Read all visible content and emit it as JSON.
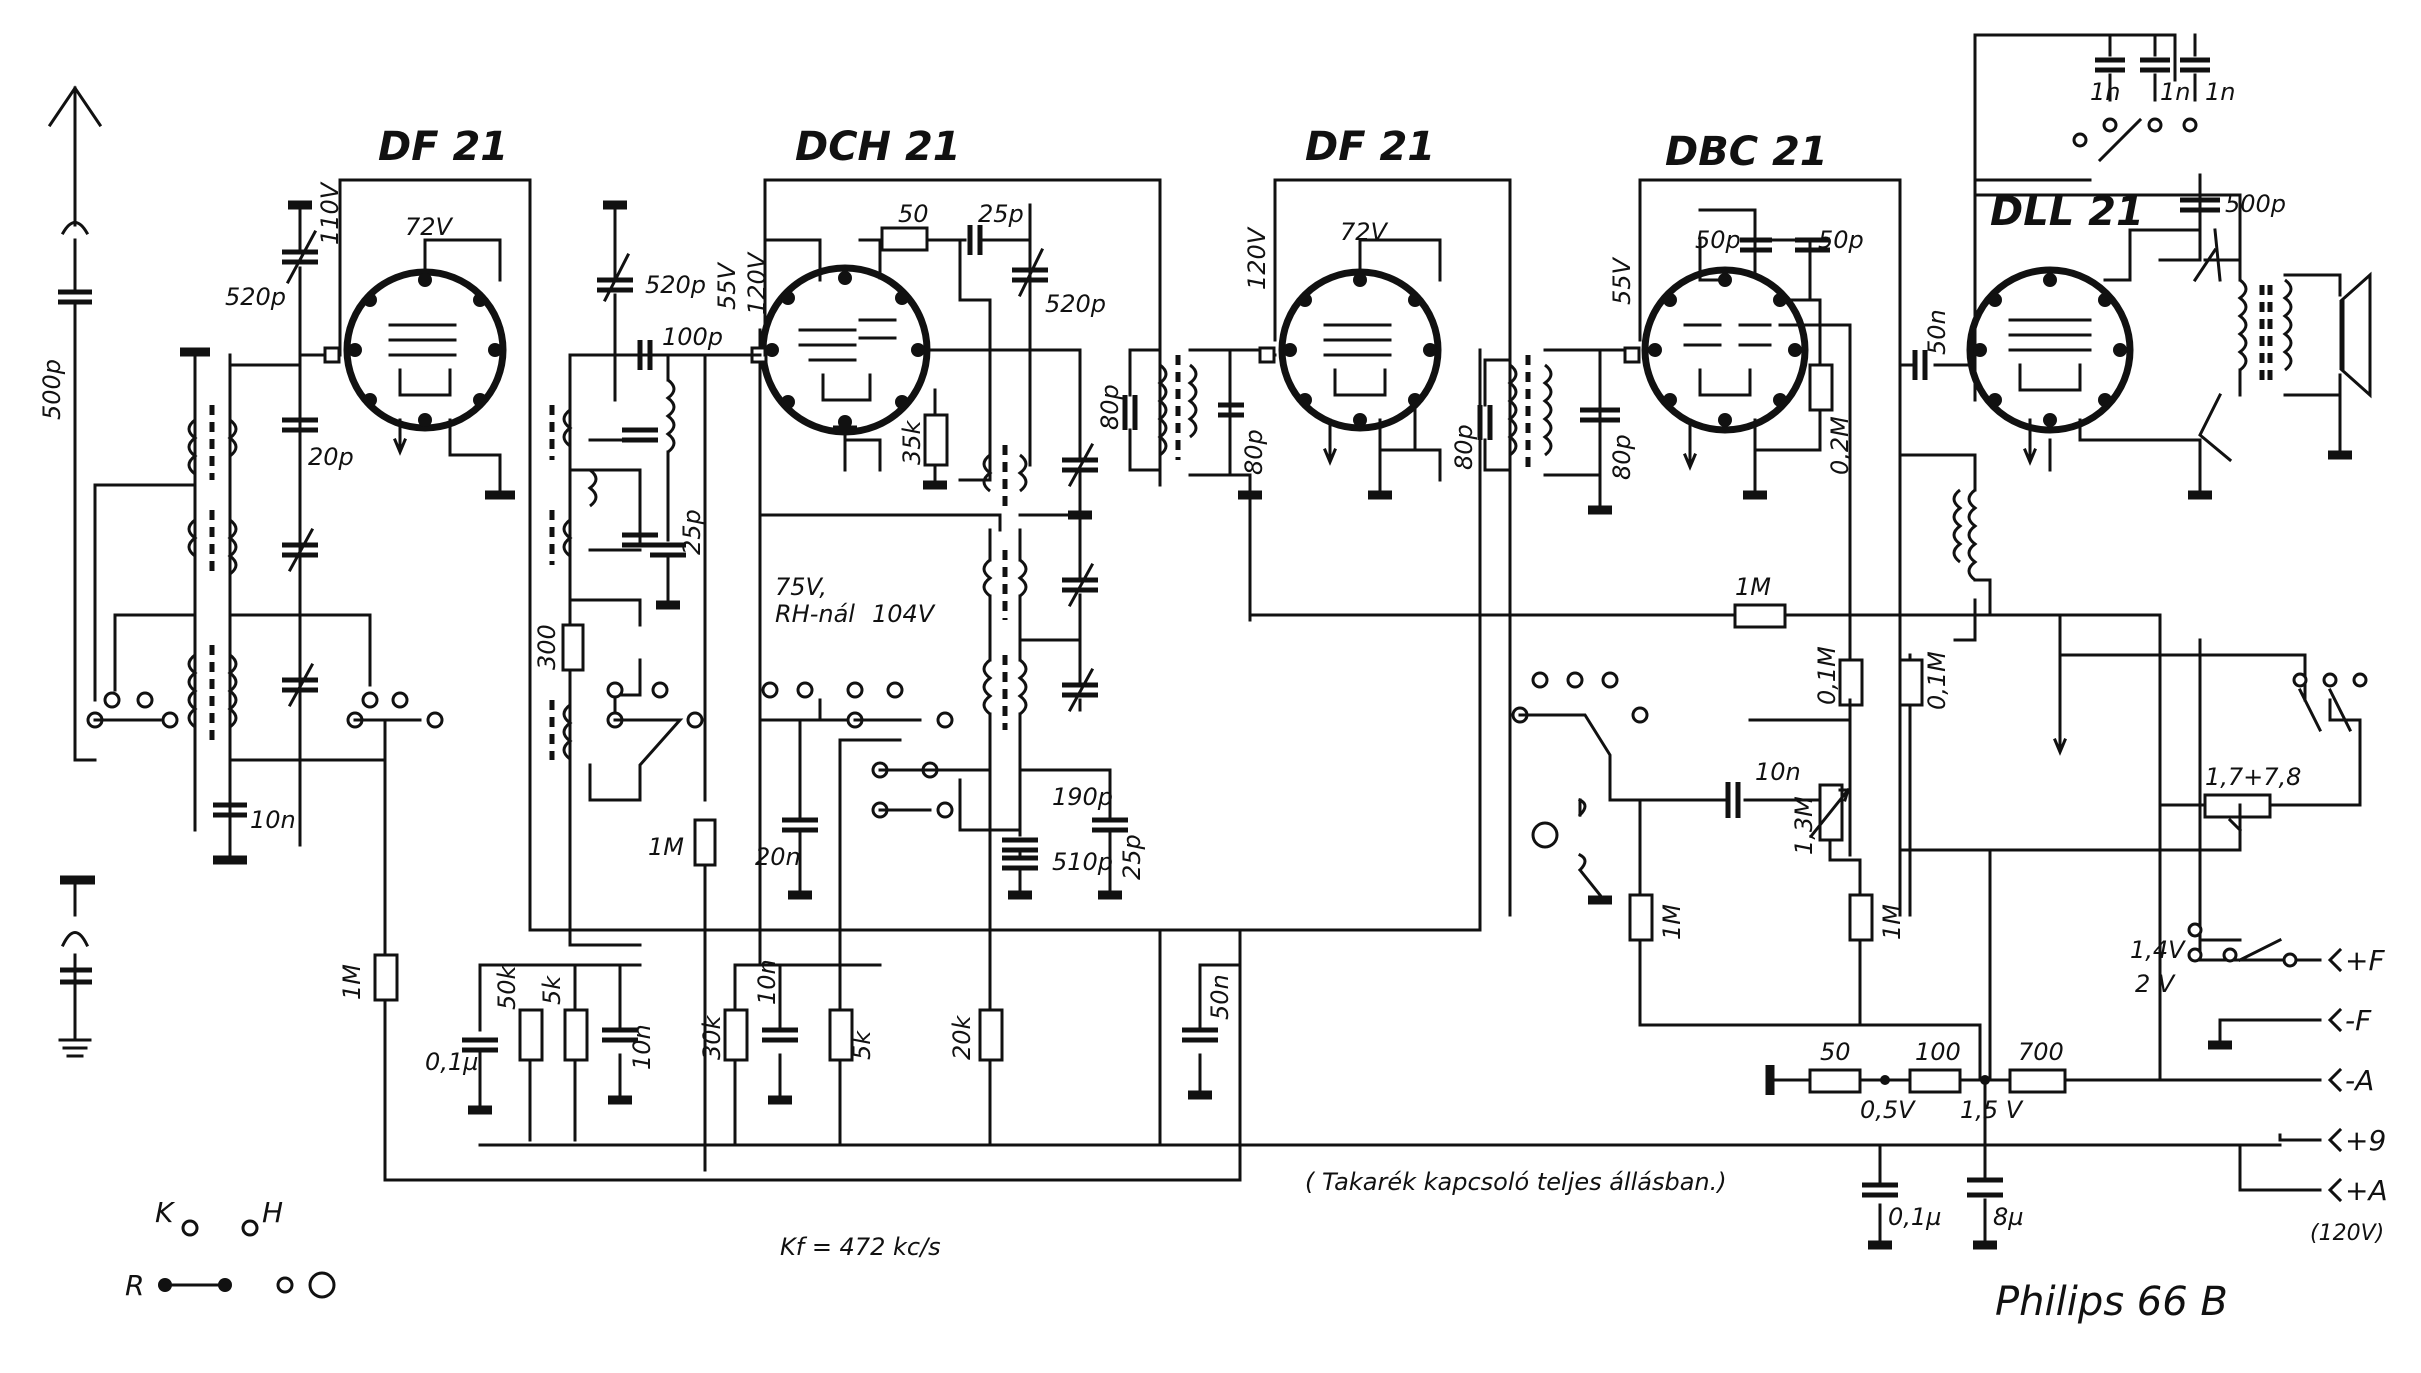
{
  "tubes": {
    "t1": "DF 21",
    "t2": "DCH 21",
    "t3": "DF 21",
    "t4": "DBC 21",
    "t5": "DLL 21"
  },
  "voltages": {
    "v72a": "72V",
    "v110": "110V",
    "v55a": "55V",
    "v120a": "120V",
    "v120b": "120V",
    "v72b": "72V",
    "v55b": "55V",
    "v75": "75V,",
    "rh_nal": "RH-nál",
    "v104": "104V",
    "v05": "0,5V",
    "v15": "1,5 V",
    "v14": "1,4V",
    "v2": "2 V",
    "v120c": "(120V)"
  },
  "components": {
    "c500p_ant": "500p",
    "c520p_a": "520p",
    "c20p": "20p",
    "c10n_a": "10n",
    "c520p_b": "520p",
    "c100p": "100p",
    "c25p_a": "25p",
    "r300": "300",
    "r1M_a": "1M",
    "r1M_b": "1M",
    "r50": "50",
    "c25p_b": "25p",
    "c520p_c": "520p",
    "r35k": "35k",
    "c80p_a": "80p",
    "c80p_b": "80p",
    "c20n": "20n",
    "c190p": "190p",
    "c510p": "510p",
    "c25p_c": "25p",
    "c01u_a": "0,1µ",
    "r50k": "50k",
    "r5k_a": "5k",
    "c10n_b": "10n",
    "r30k": "30k",
    "c10n_c": "10n",
    "r5k_b": "5k",
    "r20k": "20k",
    "c50n_a": "50n",
    "c80p_c": "80p",
    "c80p_d": "80p",
    "c50p_a": "50p",
    "c50p_b": "50p",
    "r02M": "0,2M",
    "r1M_c": "1M",
    "r01M_a": "0,1M",
    "r01M_b": "0,1M",
    "c10n_d": "10n",
    "r13M": "1,3M",
    "r1M_d": "1M",
    "r1M_e": "1M",
    "c50n_b": "50n",
    "c500p_out": "500p",
    "c1n_a": "1n",
    "c1n_b": "1n",
    "c1n_c": "1n",
    "r50b": "50",
    "r100": "100",
    "r700": "700",
    "c01u_b": "0,1µ",
    "c8u": "8µ",
    "rheat": "1,7+7,8"
  },
  "terminals": {
    "pf": "+F",
    "mf": "-F",
    "ma": "-A",
    "p9": "+9",
    "pa": "+A"
  },
  "legend": {
    "k": "K",
    "h": "H",
    "r": "R"
  },
  "notes": {
    "kf": "Kf = 472 kc/s",
    "takarek": "( Takarék kapcsoló teljes állásban.)",
    "model": "Philips 66 B"
  }
}
